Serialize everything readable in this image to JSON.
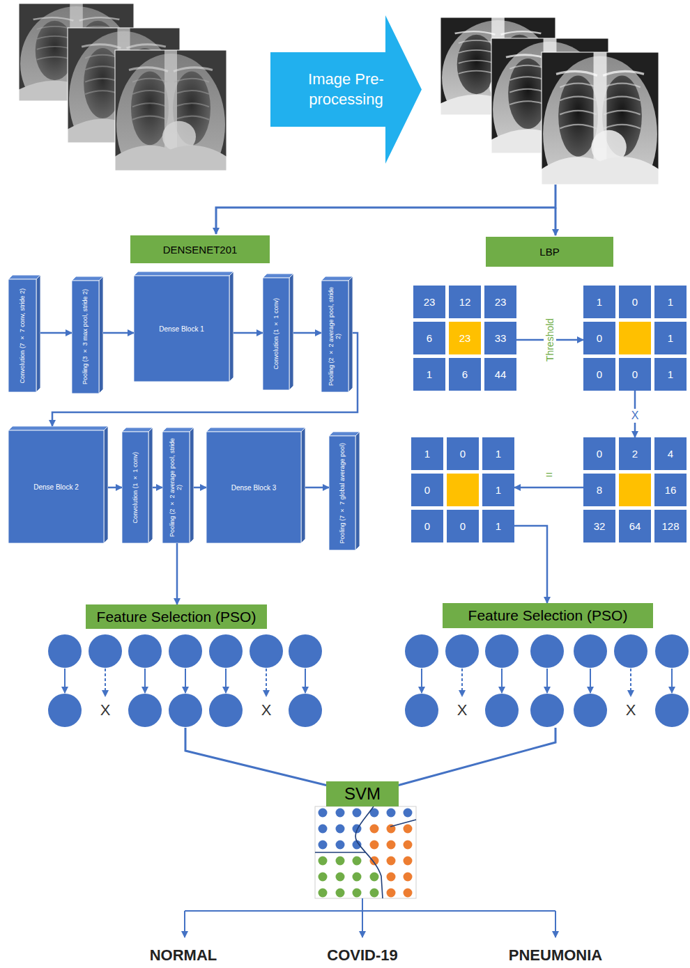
{
  "diagram": {
    "nodes": [
      {
        "text": [
          "Image Pre-processing"
        ]
      },
      {
        "text": [
          "DENSENET201"
        ]
      },
      {
        "text": [
          "LBP"
        ]
      },
      {
        "text": [
          "Convolution (7 × 7 conv, stride 2)"
        ]
      },
      {
        "text": [
          "Pooling (3 × 3 max pool, stride 2)"
        ]
      },
      {
        "text": [
          "Dense Block 1"
        ]
      },
      {
        "text": [
          "Convolution (1 × 1 conv)"
        ]
      },
      {
        "text": [
          "Pooling (2 × 2 average pool, stride 2)"
        ]
      },
      {
        "text": [
          "Dense Block 2"
        ]
      },
      {
        "text": [
          "Convolution (1 × 1 conv)"
        ]
      },
      {
        "text": [
          "Pooling (2 × 2 average pool, stride 2)"
        ]
      },
      {
        "text": [
          "Dense Block 3"
        ]
      },
      {
        "text": [
          "Pooling (7 × 7 global average pool)"
        ]
      },
      {
        "text": [
          "23",
          "12",
          "23",
          "6",
          "23",
          "33",
          "1",
          "6",
          "44"
        ]
      },
      {
        "text": [
          "1",
          "0",
          "1",
          "0",
          "1",
          "0",
          "0",
          "1"
        ]
      },
      {
        "text": [
          "0",
          "2",
          "4",
          "8",
          "16",
          "32",
          "64",
          "128"
        ]
      },
      {
        "text": [
          "1",
          "0",
          "1",
          "0",
          "1",
          "0",
          "0",
          "1"
        ]
      },
      {
        "text": [
          "Feature Selection (PSO)"
        ]
      },
      {
        "text": [
          "Feature Selection (PSO)"
        ]
      },
      {
        "text": [
          "SVM"
        ]
      }
    ],
    "edges": [
      {
        "from": 3,
        "to": 4,
        "arrow": "to"
      },
      {
        "from": 4,
        "to": 5,
        "arrow": "to"
      },
      {
        "from": 5,
        "to": 6,
        "arrow": "to"
      },
      {
        "from": 6,
        "to": 7,
        "arrow": "to"
      },
      {
        "from": 7,
        "to": 8,
        "arrow": "to"
      },
      {
        "from": 8,
        "to": 9,
        "arrow": "to"
      },
      {
        "from": 9,
        "to": 10,
        "arrow": "to"
      },
      {
        "from": 10,
        "to": 11,
        "arrow": "to"
      },
      {
        "from": 11,
        "to": 12,
        "arrow": "to"
      },
      {
        "from": 10,
        "to": 17,
        "arrow": "to"
      },
      {
        "from": 13,
        "to": 14,
        "label": "Threshold",
        "arrow": "to"
      },
      {
        "from": 14,
        "to": 15,
        "label": "X",
        "arrow": "to"
      },
      {
        "from": 15,
        "to": 16,
        "label": "=",
        "arrow": "to"
      },
      {
        "from": 16,
        "to": 18,
        "arrow": "to"
      }
    ],
    "labels": [
      "X",
      "X",
      "X",
      "X",
      "NORMAL",
      "COVID-19",
      "PNEUMONIA"
    ]
  }
}
